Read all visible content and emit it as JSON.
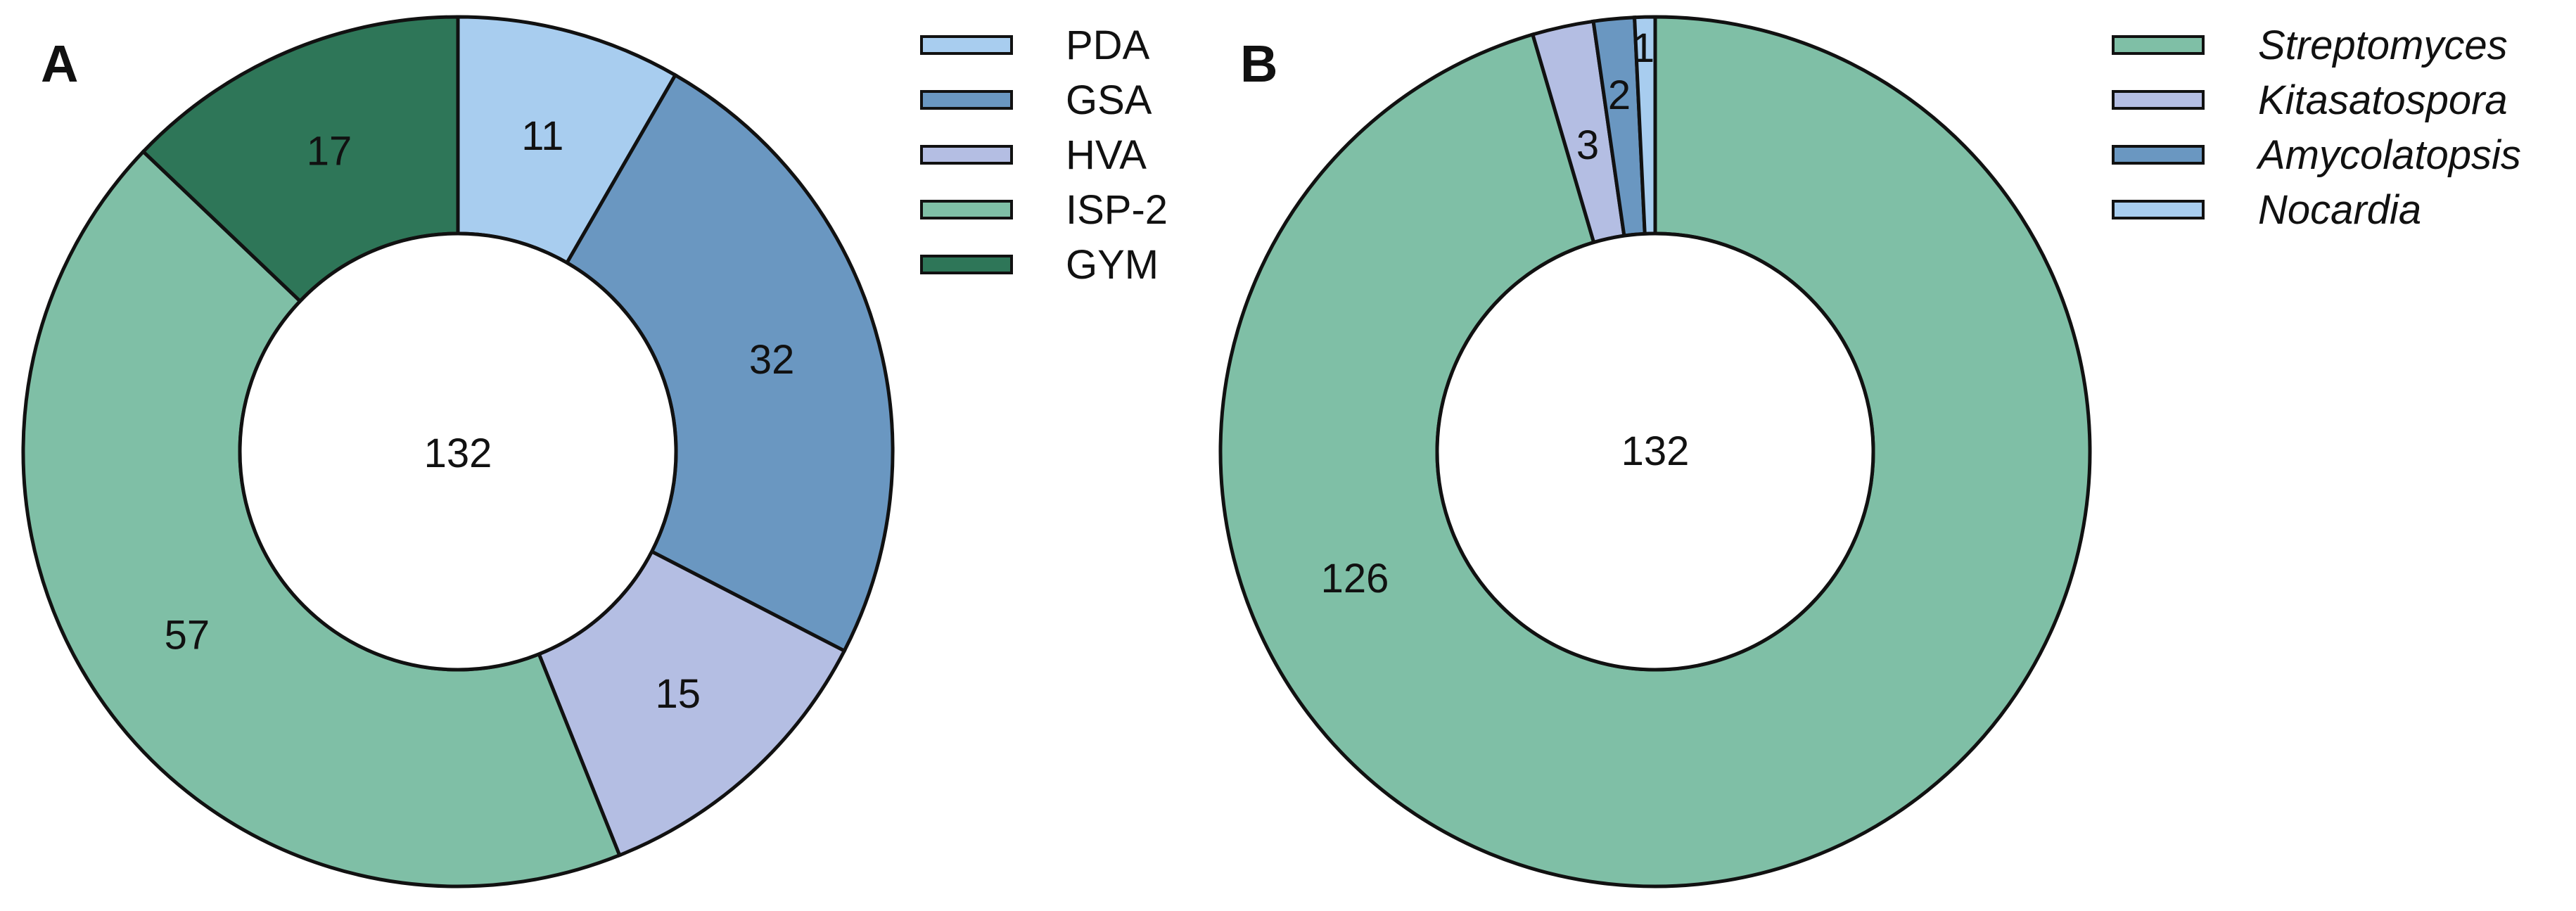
{
  "chart_data": [
    {
      "type": "pie",
      "panel_label": "A",
      "center_label": "132",
      "categories": [
        "PDA",
        "GSA",
        "HVA",
        "ISP-2",
        "GYM"
      ],
      "values": [
        11,
        32,
        15,
        57,
        17
      ],
      "value_labels": [
        "11",
        "32",
        "15",
        "57",
        "17"
      ],
      "colors": [
        "#a8cdef",
        "#6a97c1",
        "#b4bee3",
        "#7fbfa6",
        "#2e7658"
      ],
      "legend": {
        "entries": [
          "PDA",
          "GSA",
          "HVA",
          "ISP-2",
          "GYM"
        ],
        "placement": "top-right",
        "italic": false
      }
    },
    {
      "type": "pie",
      "panel_label": "B",
      "center_label": "132",
      "categories": [
        "Streptomyces",
        "Kitasatospora",
        "Amycolatopsis",
        "Nocardia"
      ],
      "values": [
        126,
        3,
        2,
        1
      ],
      "value_labels": [
        "126",
        "3",
        "2",
        "1"
      ],
      "colors": [
        "#7fbfa6",
        "#b4bee3",
        "#6a97c1",
        "#a8cdef"
      ],
      "legend": {
        "entries": [
          "Streptomyces",
          "Kitasatospora",
          "Amycolatopsis",
          "Nocardia"
        ],
        "placement": "top-right",
        "italic": true
      }
    }
  ]
}
